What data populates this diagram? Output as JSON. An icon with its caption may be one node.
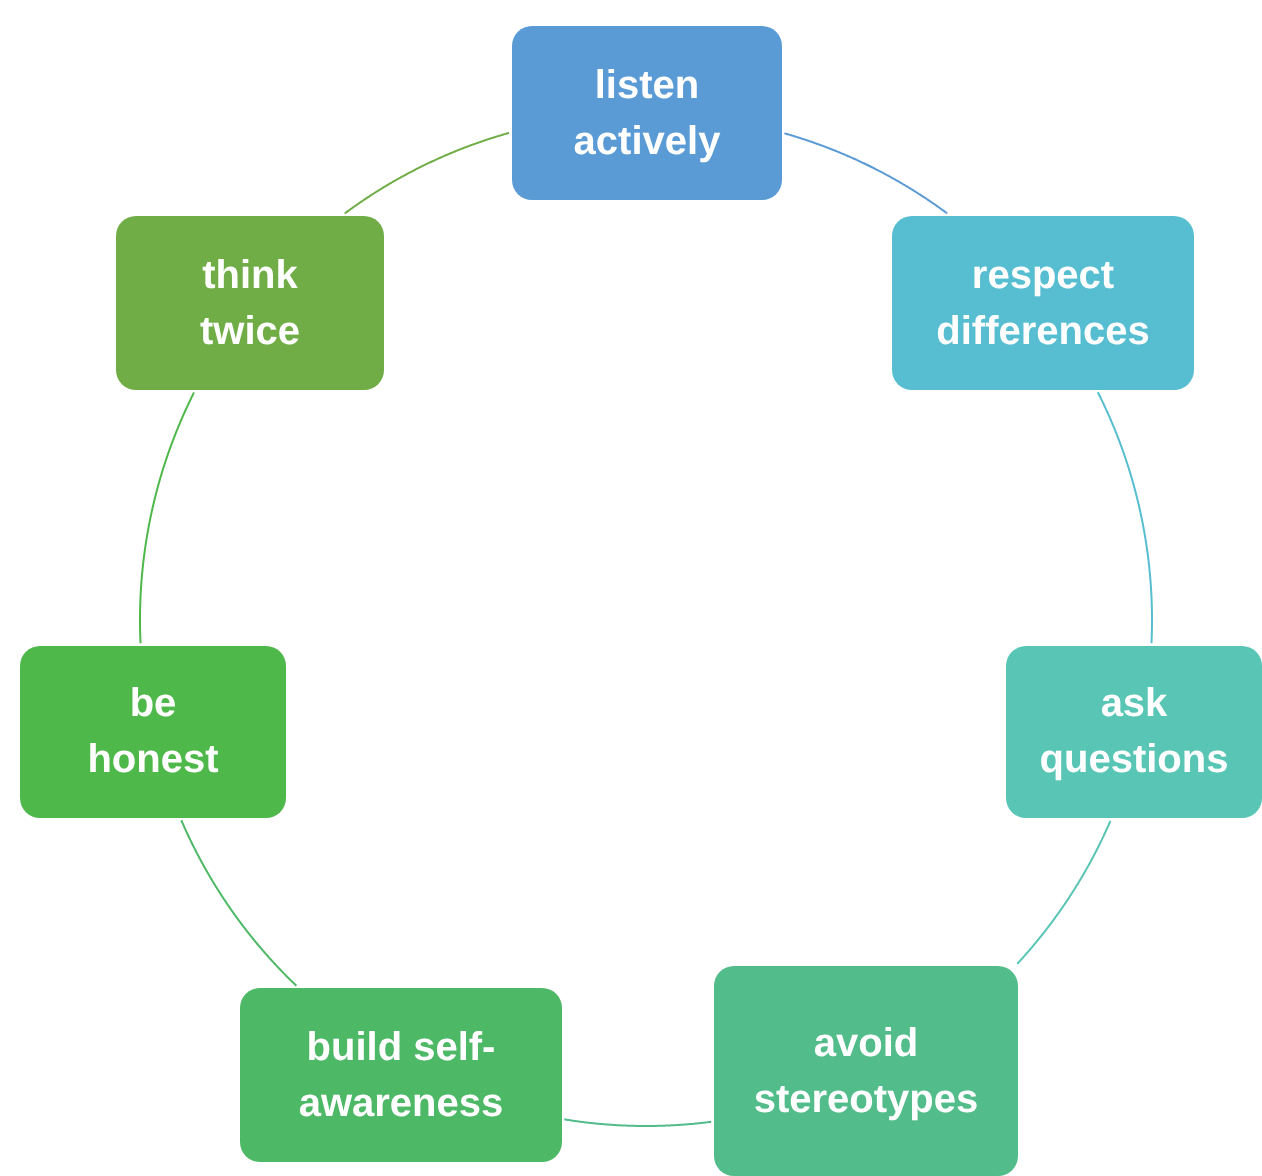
{
  "diagram": {
    "nodes": [
      {
        "text": [
          "listen actively"
        ]
      },
      {
        "text": [
          "respect differences"
        ]
      },
      {
        "text": [
          "ask questions"
        ]
      },
      {
        "text": [
          "avoid stereotypes"
        ]
      },
      {
        "text": [
          "build self-awareness"
        ]
      },
      {
        "text": [
          "be honest"
        ]
      },
      {
        "text": [
          "think twice"
        ]
      }
    ],
    "edges": [
      {
        "from": 0,
        "to": 1,
        "arrow": "none",
        "color": "#5b9bd5"
      },
      {
        "from": 1,
        "to": 2,
        "arrow": "none",
        "color": "#56bed0"
      },
      {
        "from": 2,
        "to": 3,
        "arrow": "none",
        "color": "#58c5b5"
      },
      {
        "from": 3,
        "to": 4,
        "arrow": "none",
        "color": "#52bc8a"
      },
      {
        "from": 4,
        "to": 5,
        "arrow": "none",
        "color": "#4db865"
      },
      {
        "from": 5,
        "to": 6,
        "arrow": "none",
        "color": "#4fb84a"
      },
      {
        "from": 6,
        "to": 0,
        "arrow": "none",
        "color": "#70ad47"
      }
    ]
  }
}
